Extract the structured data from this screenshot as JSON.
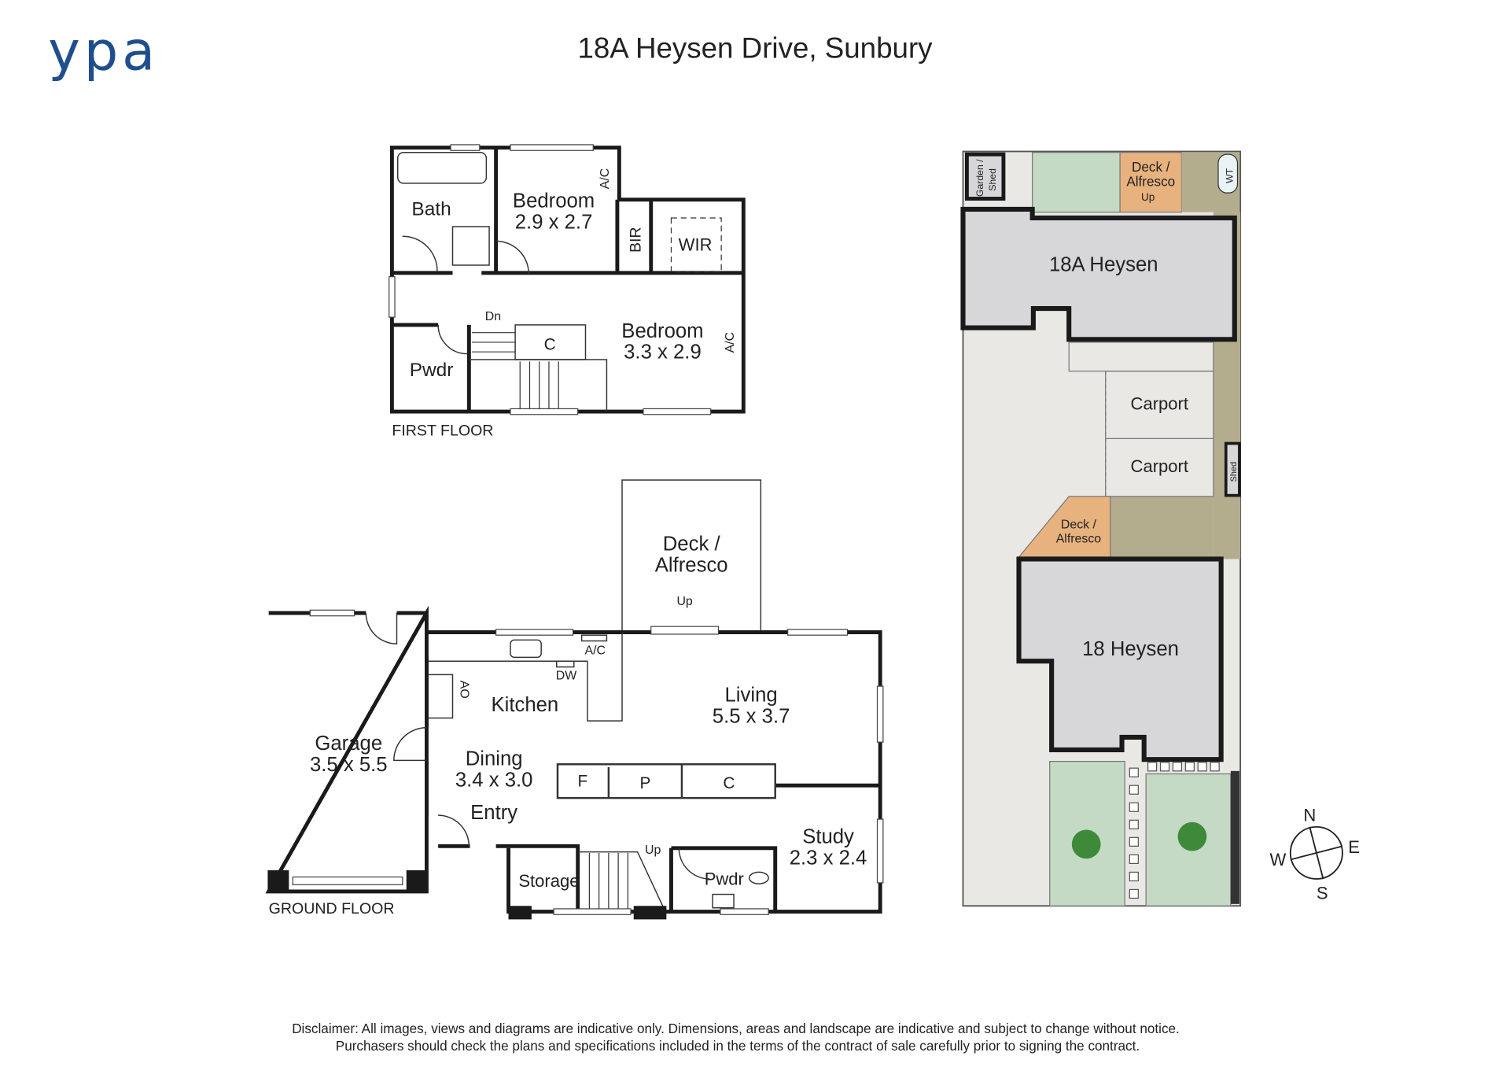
{
  "header": {
    "logo": "ypa",
    "title": "18A Heysen Drive, Sunbury"
  },
  "colors": {
    "brand": "#1f4e8c",
    "building": "#d7d6d9",
    "lawn": "#c4dac4",
    "deck": "#e8b27e",
    "paving": "#e9e8e4",
    "garden_bed": "#b3ad8e"
  },
  "first_floor": {
    "label": "FIRST FLOOR",
    "rooms": {
      "bath": "Bath",
      "bedroom1": "Bedroom",
      "bedroom1_dim": "2.9 x 2.7",
      "ac1": "A/C",
      "bir": "BIR",
      "wir": "WIR",
      "dn": "Dn",
      "c": "C",
      "bedroom2": "Bedroom",
      "bedroom2_dim": "3.3 x 2.9",
      "ac2": "A/C",
      "pwdr": "Pwdr"
    }
  },
  "ground_floor": {
    "label": "GROUND FLOOR",
    "rooms": {
      "deck": "Deck /",
      "deck2": "Alfresco",
      "up1": "Up",
      "ac": "A/C",
      "dw": "DW",
      "ao": "AO",
      "kitchen": "Kitchen",
      "living": "Living",
      "living_dim": "5.5 x 3.7",
      "garage": "Garage",
      "garage_dim": "3.5 x 5.5",
      "dining": "Dining",
      "dining_dim": "3.4 x 3.0",
      "f": "F",
      "p": "P",
      "c": "C",
      "entry": "Entry",
      "study": "Study",
      "study_dim": "2.3 x 2.4",
      "up2": "Up",
      "storage": "Storage",
      "pwdr": "Pwdr"
    }
  },
  "site_plan": {
    "garden_shed": "Garden /",
    "garden_shed2": "Shed",
    "deck_top": "Deck /",
    "deck_top2": "Alfresco",
    "up": "Up",
    "wt": "WT",
    "unit_a": "18A Heysen",
    "carport1": "Carport",
    "carport2": "Carport",
    "shed": "Shed",
    "deck_mid": "Deck /",
    "deck_mid2": "Alfresco",
    "unit_b": "18 Heysen"
  },
  "compass": {
    "n": "N",
    "e": "E",
    "s": "S",
    "w": "W"
  },
  "footer": {
    "line1": "Disclaimer: All images, views and diagrams are indicative only. Dimensions, areas and landscape are indicative and subject to change without notice.",
    "line2": "Purchasers should check the plans and specifications included in the terms of the contract of sale carefully prior to signing the contract."
  }
}
